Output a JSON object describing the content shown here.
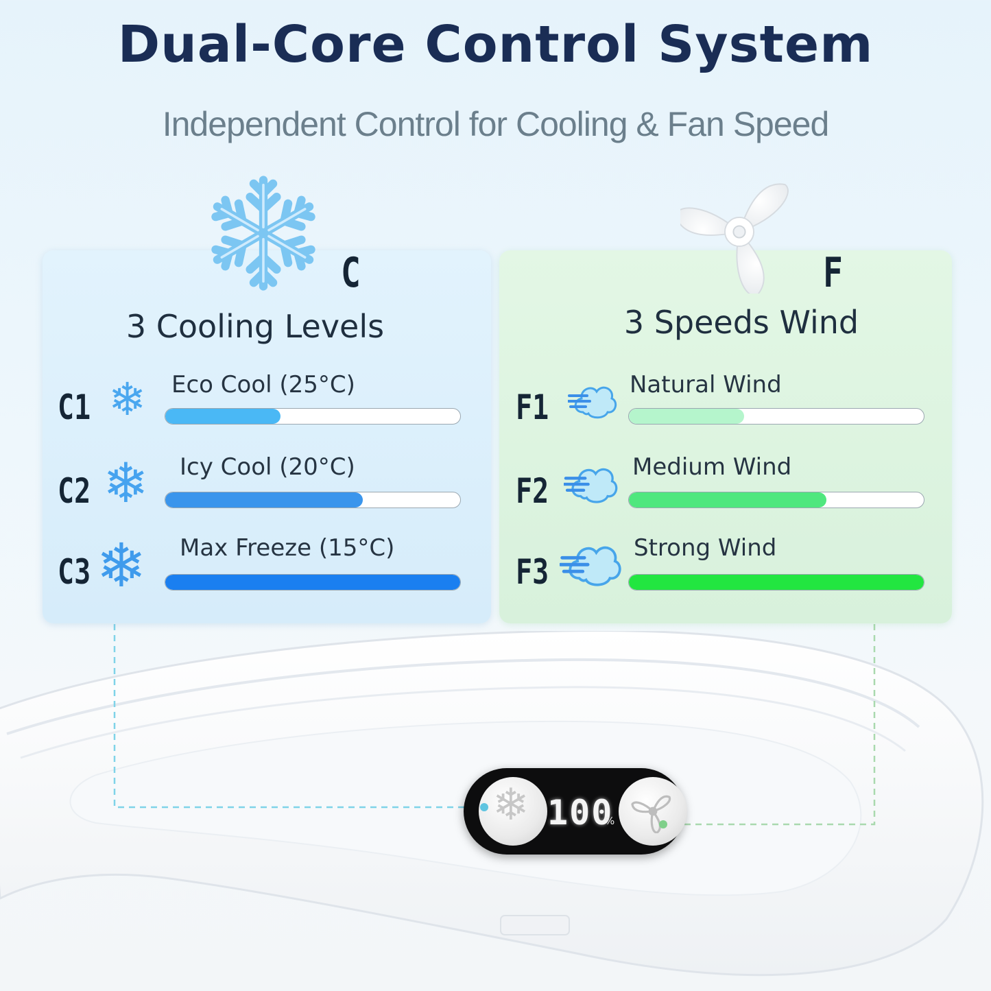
{
  "header": {
    "title": "Dual-Core Control System",
    "subtitle": "Independent Control for Cooling & Fan Speed"
  },
  "cooling": {
    "badge": "C",
    "title": "3 Cooling Levels",
    "levels": [
      {
        "code": "C1",
        "label": "Eco Cool (25°C)",
        "fill_fraction": 0.39,
        "color": "#4ab8f5",
        "icon": "snowflake-icon"
      },
      {
        "code": "C2",
        "label": "Icy Cool (20°C)",
        "fill_fraction": 0.67,
        "color": "#3a95ec",
        "icon": "snowflake-icon"
      },
      {
        "code": "C3",
        "label": "Max Freeze (15°C)",
        "fill_fraction": 1.0,
        "color": "#1a7ff0",
        "icon": "snowflake-icon"
      }
    ]
  },
  "wind": {
    "badge": "F",
    "title": "3 Speeds Wind",
    "levels": [
      {
        "code": "F1",
        "label": "Natural Wind",
        "fill_fraction": 0.39,
        "color": "#b5f5cc",
        "icon": "wind-cloud-icon"
      },
      {
        "code": "F2",
        "label": "Medium Wind",
        "fill_fraction": 0.67,
        "color": "#4fe77e",
        "icon": "wind-cloud-icon"
      },
      {
        "code": "F3",
        "label": "Strong Wind",
        "fill_fraction": 1.0,
        "color": "#22e640",
        "icon": "wind-cloud-icon"
      }
    ]
  },
  "controller": {
    "display_value": "100",
    "display_unit": "%",
    "left_button_icon": "snowflake-icon",
    "right_button_icon": "fan-icon"
  }
}
